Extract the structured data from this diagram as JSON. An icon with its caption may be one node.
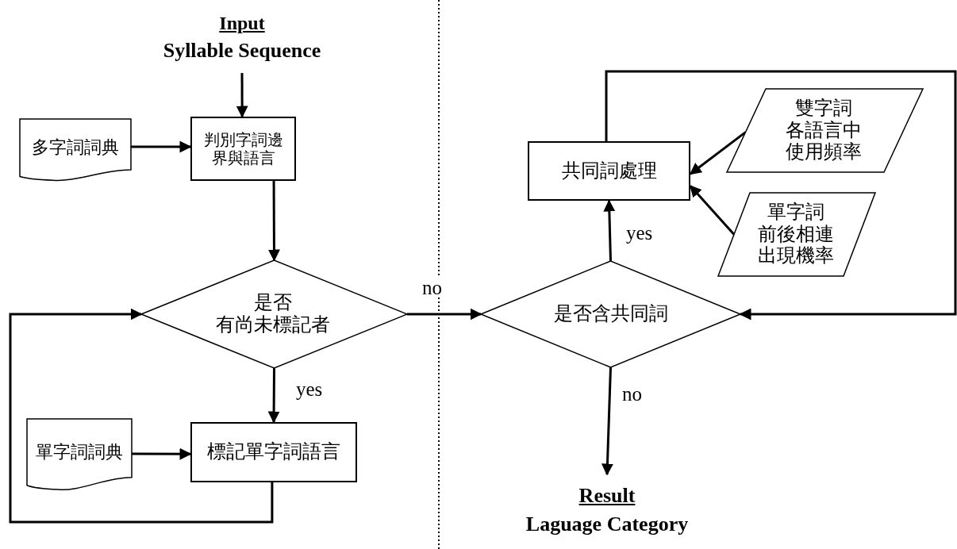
{
  "diagram": {
    "nodes": [
      {
        "text": [
          "Input",
          "Syllable Sequence"
        ]
      },
      {
        "text": [
          "多字詞詞典"
        ]
      },
      {
        "text": [
          "判別字詞邊界與語言"
        ]
      },
      {
        "text": [
          "是否有尚未標記者"
        ]
      },
      {
        "text": [
          "單字詞詞典"
        ]
      },
      {
        "text": [
          "標記單字詞語言"
        ]
      },
      {
        "text": [
          "是否含共同詞"
        ]
      },
      {
        "text": [
          "共同詞處理"
        ]
      },
      {
        "text": [
          "雙字詞各語言中使用頻率"
        ]
      },
      {
        "text": [
          "單字詞前後相連出現機率"
        ]
      },
      {
        "text": [
          "Result",
          "Laguage Category"
        ]
      }
    ],
    "edges": [
      {
        "from": 0,
        "to": 2,
        "arrow": "to"
      },
      {
        "from": 1,
        "to": 2,
        "arrow": "to"
      },
      {
        "from": 2,
        "to": 3,
        "arrow": "to"
      },
      {
        "from": 3,
        "to": 5,
        "arrow": "to",
        "label": "yes"
      },
      {
        "from": 4,
        "to": 5,
        "arrow": "to"
      },
      {
        "from": 5,
        "to": 3,
        "arrow": "to"
      },
      {
        "from": 3,
        "to": 6,
        "arrow": "to",
        "label": "no"
      },
      {
        "from": 6,
        "to": 7,
        "arrow": "to",
        "label": "yes"
      },
      {
        "from": 8,
        "to": 7,
        "arrow": "to"
      },
      {
        "from": 9,
        "to": 7,
        "arrow": "to"
      },
      {
        "from": 7,
        "to": 6,
        "arrow": "to"
      },
      {
        "from": 6,
        "to": 10,
        "arrow": "to",
        "label": "no"
      }
    ]
  }
}
